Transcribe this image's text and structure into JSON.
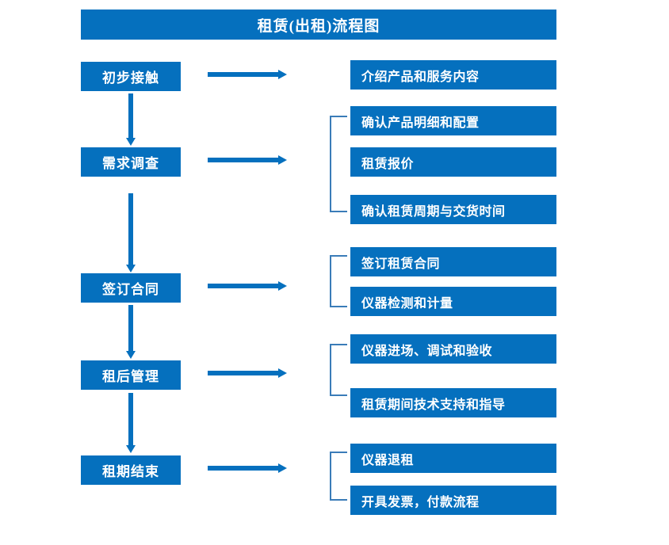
{
  "document": {
    "title": "租赁(出租)流程图",
    "accent_color": "#0570be",
    "bracket_color": "#3a7cb8",
    "background_color": "#ffffff",
    "text_color": "#ffffff"
  },
  "stages": [
    {
      "label": "初步接触"
    },
    {
      "label": "需求调查"
    },
    {
      "label": "签订合同"
    },
    {
      "label": "租后管理"
    },
    {
      "label": "租期结束"
    }
  ],
  "details": [
    {
      "label": "介绍产品和服务内容"
    },
    {
      "label": "确认产品明细和配置"
    },
    {
      "label": "租赁报价"
    },
    {
      "label": "确认租赁周期与交货时间"
    },
    {
      "label": "签订租赁合同"
    },
    {
      "label": "仪器检测和计量"
    },
    {
      "label": "仪器进场、调试和验收"
    },
    {
      "label": "租赁期间技术支持和指导"
    },
    {
      "label": "仪器退租"
    },
    {
      "label": "开具发票，付款流程"
    }
  ],
  "connectors": {
    "vertical_arrow_count": 4,
    "horizontal_arrow_count": 5,
    "bracket_count": 4
  }
}
